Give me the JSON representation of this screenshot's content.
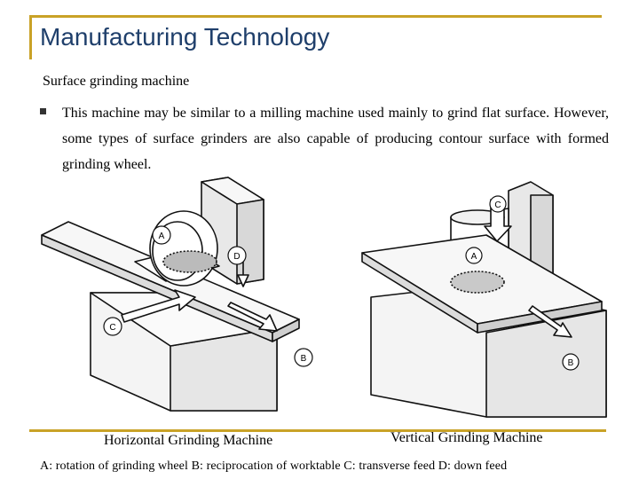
{
  "slide": {
    "title": "Manufacturing Technology",
    "subtitle": "Surface grinding machine",
    "bullet_text": "This machine may be similar to a milling machine used mainly to grind flat surface. However, some types of surface grinders are also capable of producing contour surface with formed grinding wheel.",
    "bullet_icon": "square-bullet-icon"
  },
  "figures": {
    "left": {
      "caption": "Horizontal Grinding Machine",
      "labels": {
        "a": "A",
        "b": "B",
        "c": "C",
        "d": "D"
      }
    },
    "right": {
      "caption": "Vertical Grinding Machine",
      "labels": {
        "a": "A",
        "b": "B",
        "c": "C"
      }
    }
  },
  "legend": "A: rotation of grinding wheel B: reciprocation of worktable C: transverse feed D: down feed",
  "colors": {
    "accent_rule": "#c9a227",
    "title": "#1f3f6b"
  }
}
